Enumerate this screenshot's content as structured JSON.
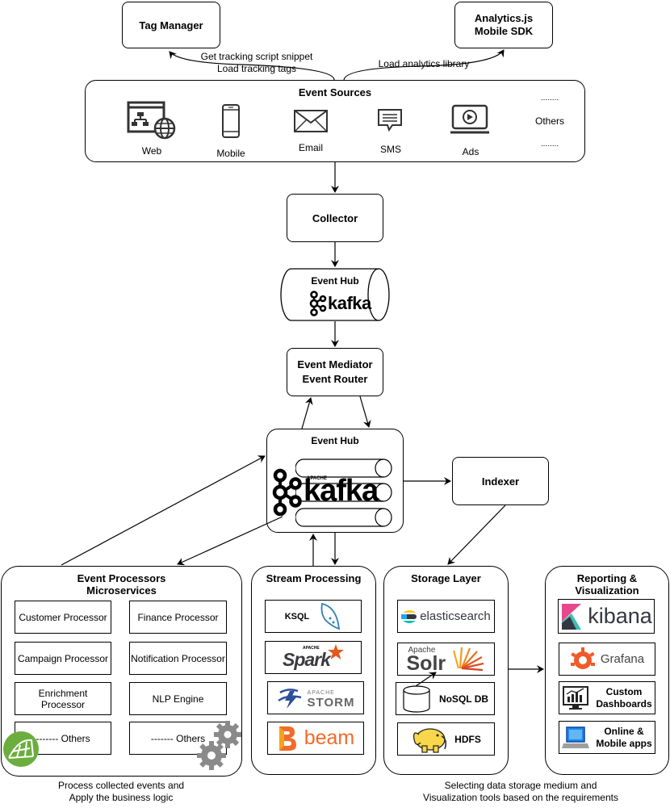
{
  "top": {
    "tag_manager": "Tag Manager",
    "analytics_line1": "Analytics.js",
    "analytics_line2": "Mobile SDK",
    "edge_left_1": "Get tracking script snippet",
    "edge_left_2": "Load tracking tags",
    "edge_right": "Load analytics library"
  },
  "event_sources": {
    "title": "Event Sources",
    "items": [
      "Web",
      "Mobile",
      "Email",
      "SMS",
      "Ads",
      "Others"
    ],
    "dots": "........"
  },
  "collector": "Collector",
  "event_hub_1": {
    "title": "Event Hub",
    "logo": "kafka"
  },
  "mediator": {
    "line1": "Event Mediator",
    "line2": "Event Router"
  },
  "event_hub_2": {
    "title": "Event Hub",
    "logo": "kafka",
    "logo_small": "APACHE"
  },
  "indexer": "Indexer",
  "processors": {
    "title_1": "Event Processors",
    "title_2": "Microservices",
    "items": [
      "Customer Processor",
      "Finance Processor",
      "Campaign Processor",
      "Notification Processor",
      "Enrichment Processor",
      "NLP Engine",
      "------- Others",
      "------- Others"
    ],
    "caption_1": "Process collected events and",
    "caption_2": "Apply the business logic"
  },
  "stream": {
    "title": "Stream Processing",
    "items": [
      "KSQL",
      "Spark",
      "STORM",
      "beam"
    ],
    "apache": "APACHE"
  },
  "storage": {
    "title": "Storage Layer",
    "items": [
      "elasticsearch",
      "Solr",
      "NoSQL DB",
      "HDFS"
    ],
    "apache": "Apache"
  },
  "reporting": {
    "title_1": "Reporting &",
    "title_2": "Visualization",
    "items": [
      "kibana",
      "Grafana",
      "Custom Dashboards",
      "Online & Mobile apps"
    ],
    "custom_1": "Custom",
    "custom_2": "Dashboards",
    "online_1": "Online &",
    "online_2": "Mobile apps"
  },
  "bottom_right_caption_1": "Selecting data storage medium and",
  "bottom_right_caption_2": "Visualization tools based on the requirements",
  "colors": {
    "kafka": "#000000",
    "spark": "#E25A1C",
    "beam": "#F26B2A",
    "kibana_pink": "#E8488B",
    "kibana_teal": "#3EBEB0",
    "grafana": "#F05A28",
    "es_yellow": "#FEC514",
    "es_teal": "#00BFB3",
    "es_blue": "#1BA9F5",
    "hdfs": "#F8D74B",
    "storm_blue": "#2D4F9A"
  }
}
